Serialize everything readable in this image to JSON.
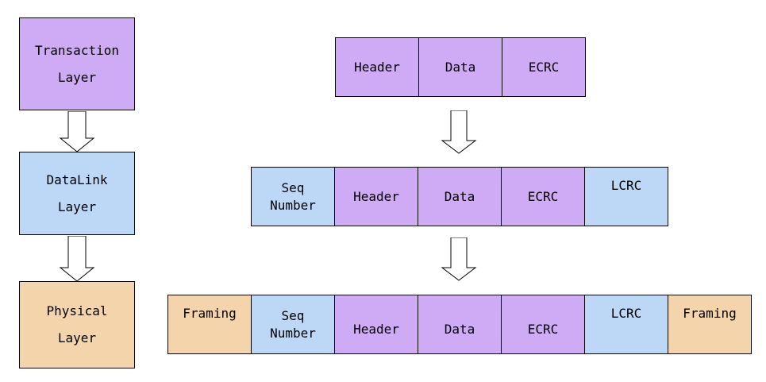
{
  "colors": {
    "transaction": "#cfaaf5",
    "datalink": "#bcd8f6",
    "physical": "#f4d4aa",
    "border": "#000000",
    "arrow_fill": "#ffffff"
  },
  "layers": {
    "transaction": [
      "Transaction",
      "Layer"
    ],
    "datalink": [
      "DataLink",
      "Layer"
    ],
    "physical": [
      "Physical",
      "Layer"
    ]
  },
  "packets": {
    "transaction": [
      {
        "label": "Header",
        "layer": "transaction"
      },
      {
        "label": "Data",
        "layer": "transaction"
      },
      {
        "label": "ECRC",
        "layer": "transaction"
      }
    ],
    "datalink": [
      {
        "label": "Seq\nNumber",
        "layer": "datalink"
      },
      {
        "label": "Header",
        "layer": "transaction"
      },
      {
        "label": "Data",
        "layer": "transaction"
      },
      {
        "label": "ECRC",
        "layer": "transaction"
      },
      {
        "label": "LCRC",
        "layer": "datalink"
      }
    ],
    "physical": [
      {
        "label": "Framing",
        "layer": "physical"
      },
      {
        "label": "Seq\nNumber",
        "layer": "datalink"
      },
      {
        "label": "Header",
        "layer": "transaction"
      },
      {
        "label": "Data",
        "layer": "transaction"
      },
      {
        "label": "ECRC",
        "layer": "transaction"
      },
      {
        "label": "LCRC",
        "layer": "datalink"
      },
      {
        "label": "Framing",
        "layer": "physical"
      }
    ]
  },
  "arrows": [
    "down-arrow-icon",
    "down-arrow-icon",
    "down-arrow-icon",
    "down-arrow-icon"
  ]
}
